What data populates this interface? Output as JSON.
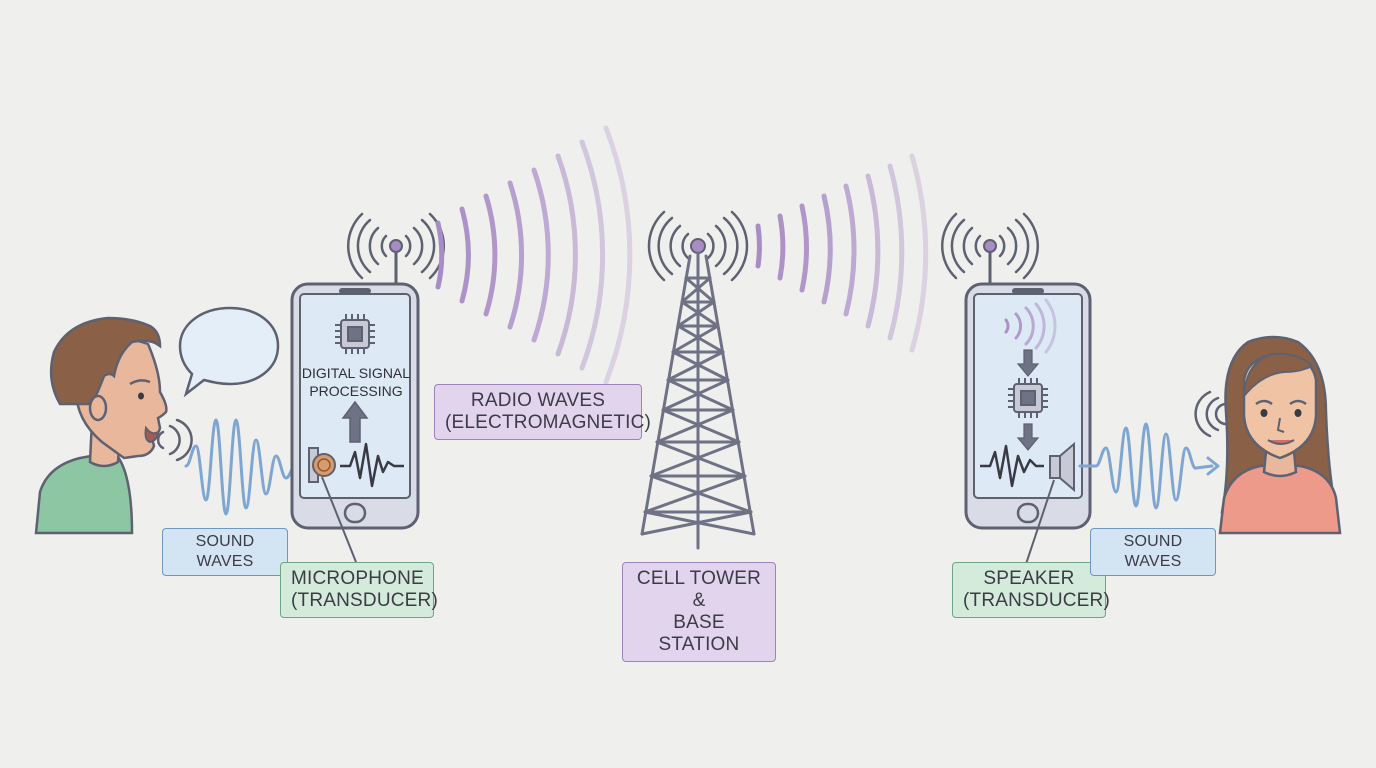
{
  "labels": {
    "sound_waves_left": "SOUND WAVES",
    "microphone": [
      "MICROPHONE",
      "(TRANSDUCER)"
    ],
    "dsp": [
      "DIGITAL SIGNAL",
      "PROCESSING"
    ],
    "radio_waves": [
      "RADIO WAVES",
      "(ELECTROMAGNETIC)"
    ],
    "cell_tower": [
      "CELL TOWER &",
      "BASE STATION"
    ],
    "speaker": [
      "SPEAKER",
      "(TRANSDUCER)"
    ],
    "sound_waves_right": "SOUND WAVES"
  },
  "colors": {
    "background": "#efefee",
    "outline": "#5e6170",
    "radio_wave": "#a88cc4",
    "sound_wave": "#7fa6d0",
    "phone_screen": "#dde9f4",
    "label_blue": "#d3e4f3",
    "label_green": "#d4eadb",
    "label_purple": "#e1d4ec",
    "man_shirt": "#8cc6a3",
    "woman_shirt": "#ee9a8a"
  },
  "icons": [
    "speech-bubble-icon",
    "chip-icon",
    "microphone-icon",
    "speaker-icon",
    "antenna-icon"
  ]
}
